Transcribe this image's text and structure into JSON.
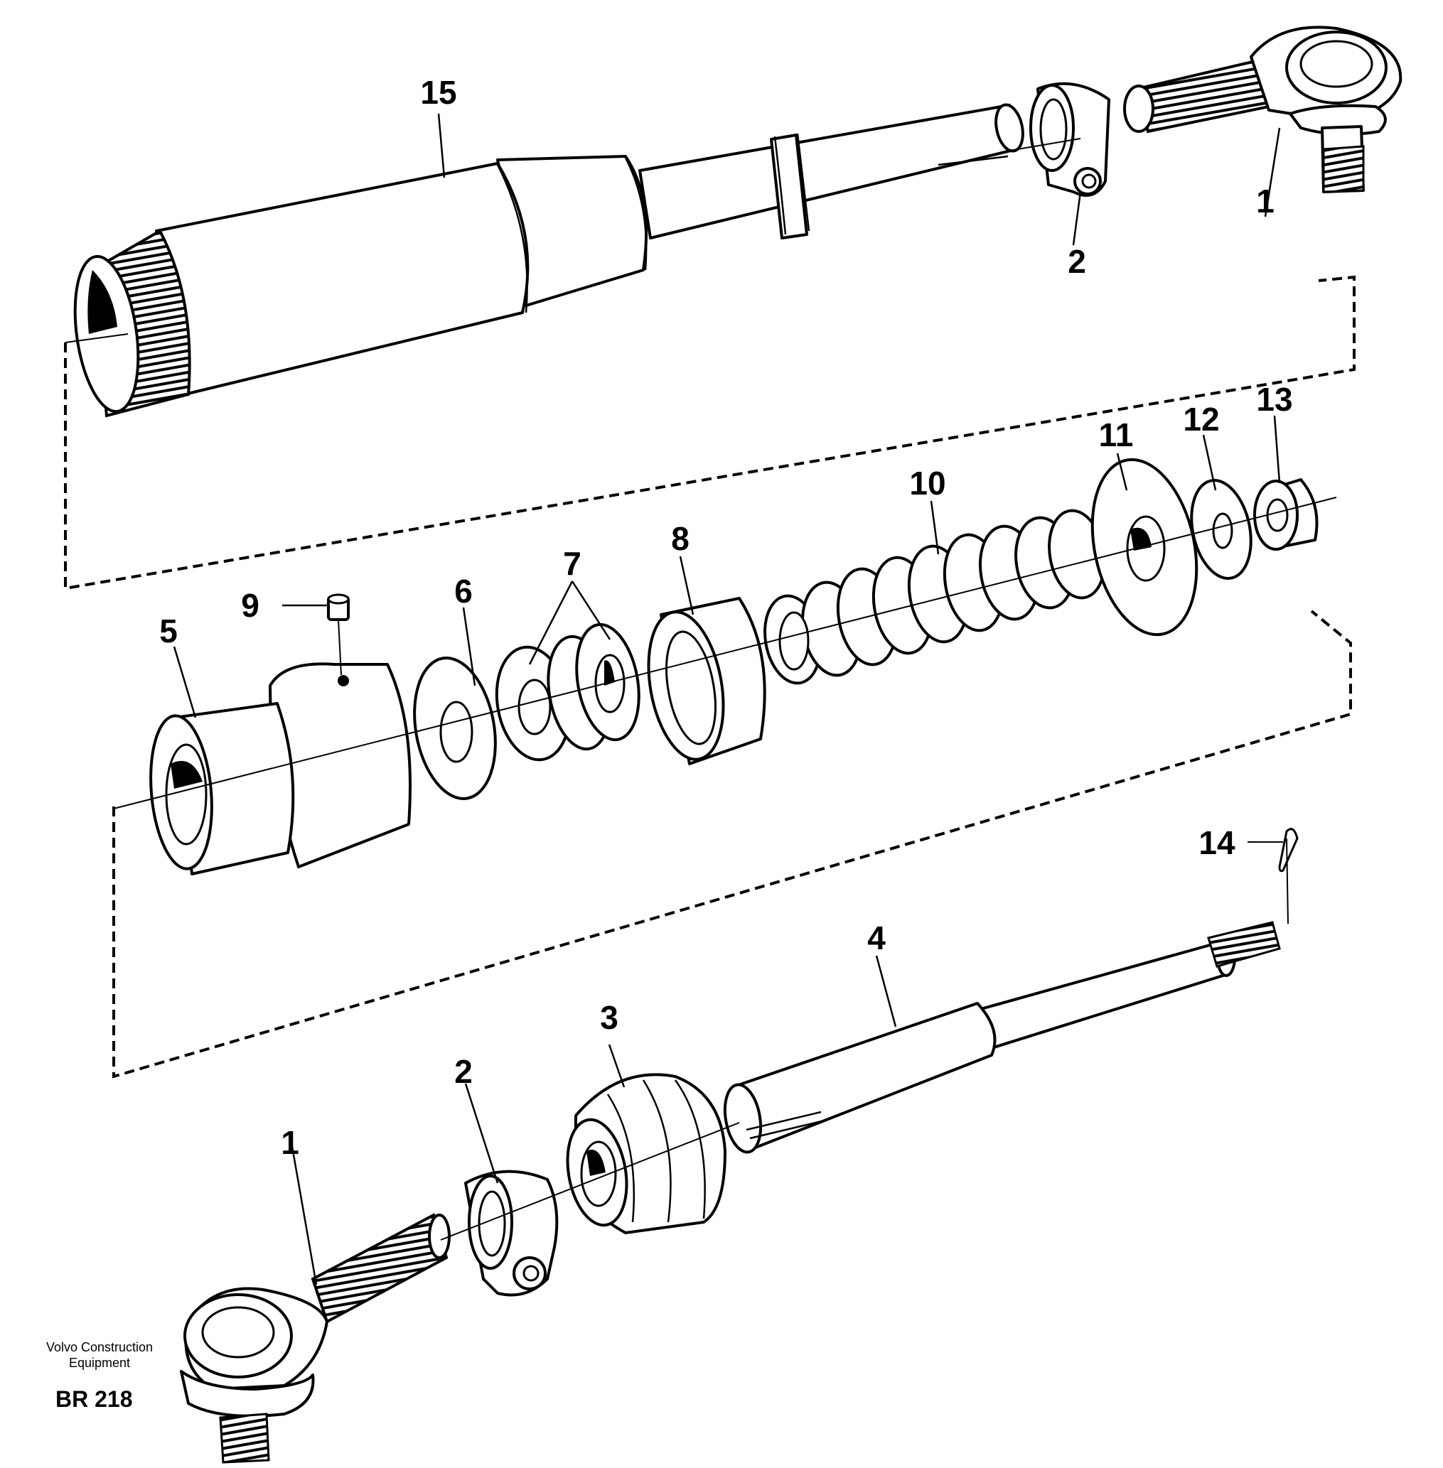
{
  "labels": {
    "l1a": "1",
    "l1b": "1",
    "l2a": "2",
    "l2b": "2",
    "l3": "3",
    "l4": "4",
    "l5": "5",
    "l6": "6",
    "l7": "7",
    "l8": "8",
    "l9": "9",
    "l10": "10",
    "l11": "11",
    "l12": "12",
    "l13": "13",
    "l14": "14",
    "l15": "15"
  },
  "footer": {
    "manufacturer": "Volvo Construction Equipment",
    "drawing_code": "BR 218"
  }
}
